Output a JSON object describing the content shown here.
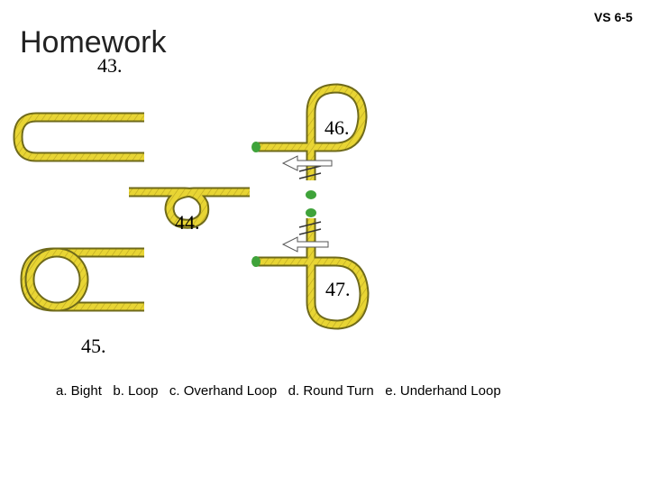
{
  "title": "Homework",
  "slide_code": "VS 6-5",
  "figure_labels": {
    "n43": "43.",
    "n44": "44.",
    "n45": "45.",
    "n46": "46.",
    "n47": "47."
  },
  "answer_choices": "a. Bight   b. Loop   c. Overhand Loop   d. Round Turn   e. Underhand Loop",
  "colors": {
    "rope": "#e8d534",
    "rope_outline": "#6f6a1a",
    "rope_end": "#3fa33a",
    "arrow": "#ffffff"
  }
}
